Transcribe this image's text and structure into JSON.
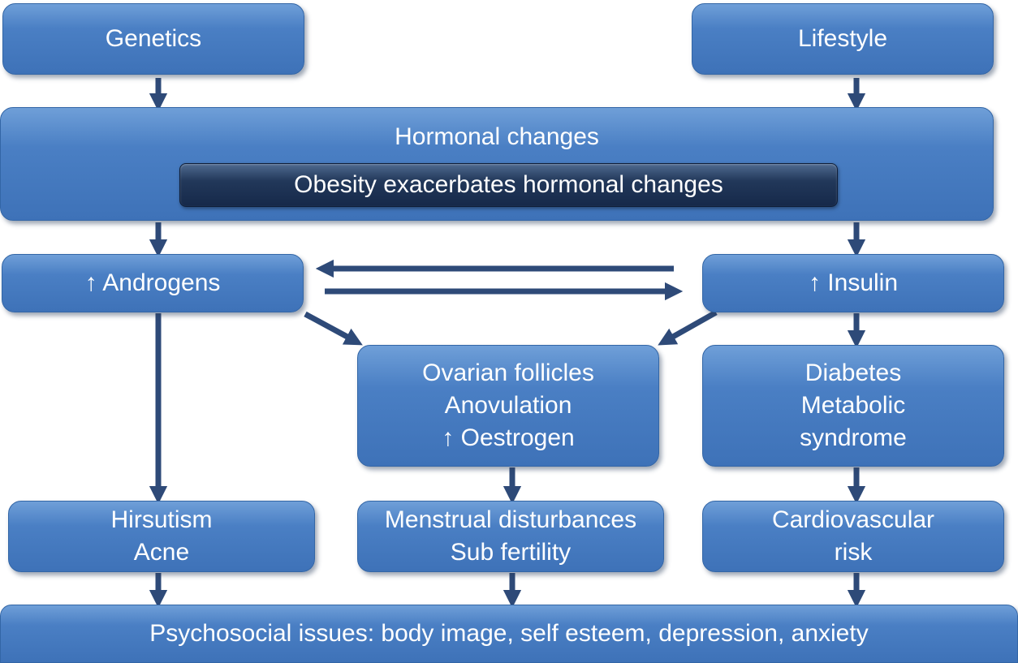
{
  "nodes": {
    "genetics": "Genetics",
    "lifestyle": "Lifestyle",
    "hormonal_changes": "Hormonal changes",
    "obesity": "Obesity exacerbates hormonal changes",
    "androgens": "↑ Androgens",
    "insulin": "↑ Insulin",
    "ovarian": [
      "Ovarian follicles",
      "Anovulation",
      "↑ Oestrogen"
    ],
    "diabetes": [
      "Diabetes",
      "Metabolic",
      "syndrome"
    ],
    "hirsutism": [
      "Hirsutism",
      "Acne"
    ],
    "menstrual": [
      "Menstrual disturbances",
      "Sub fertility"
    ],
    "cardio": [
      "Cardiovascular",
      "risk"
    ],
    "psychosocial": "Psychosocial issues: body image, self esteem, depression, anxiety"
  },
  "colors": {
    "box_fill": "#4a7fc4",
    "inner_box_fill": "#22385a",
    "arrow": "#2e4a78",
    "text": "#ffffff"
  }
}
